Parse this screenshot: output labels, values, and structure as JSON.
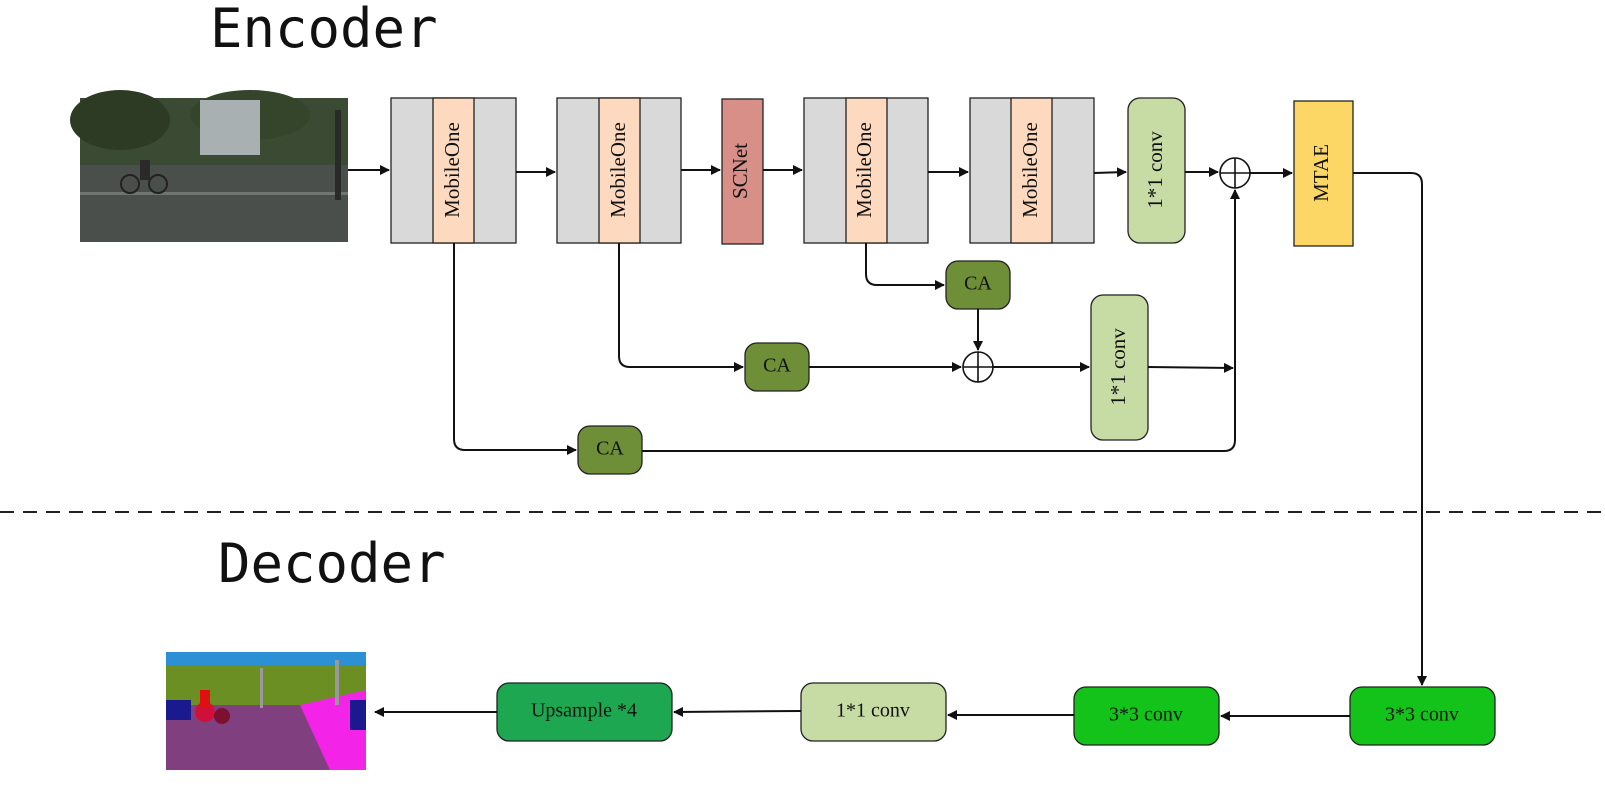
{
  "sections": {
    "encoder_title": "Encoder",
    "decoder_title": "Decoder"
  },
  "encoder": {
    "input_image": "street-scene-photo",
    "mobileone_label": "MobileOne",
    "scnet_label": "SCNet",
    "conv1x1_label": "1*1 conv",
    "mtae_label": "MTAE",
    "ca_label": "CA",
    "plus_symbol": "⊕"
  },
  "decoder": {
    "conv3x3_label": "3*3 conv",
    "conv1x1_label": "1*1 conv",
    "upsample_label": "Upsample *4",
    "output_image": "segmentation-map"
  },
  "colors": {
    "mobileone_side": "#d9d9d9",
    "mobileone_center": "#fcd9bf",
    "scnet": "#d88f88",
    "conv1x1_light": "#c6dca4",
    "mtae": "#fdd766",
    "ca": "#6e8e37",
    "conv3x3_bright": "#14c31a",
    "upsample": "#1da751",
    "line": "#111111"
  }
}
